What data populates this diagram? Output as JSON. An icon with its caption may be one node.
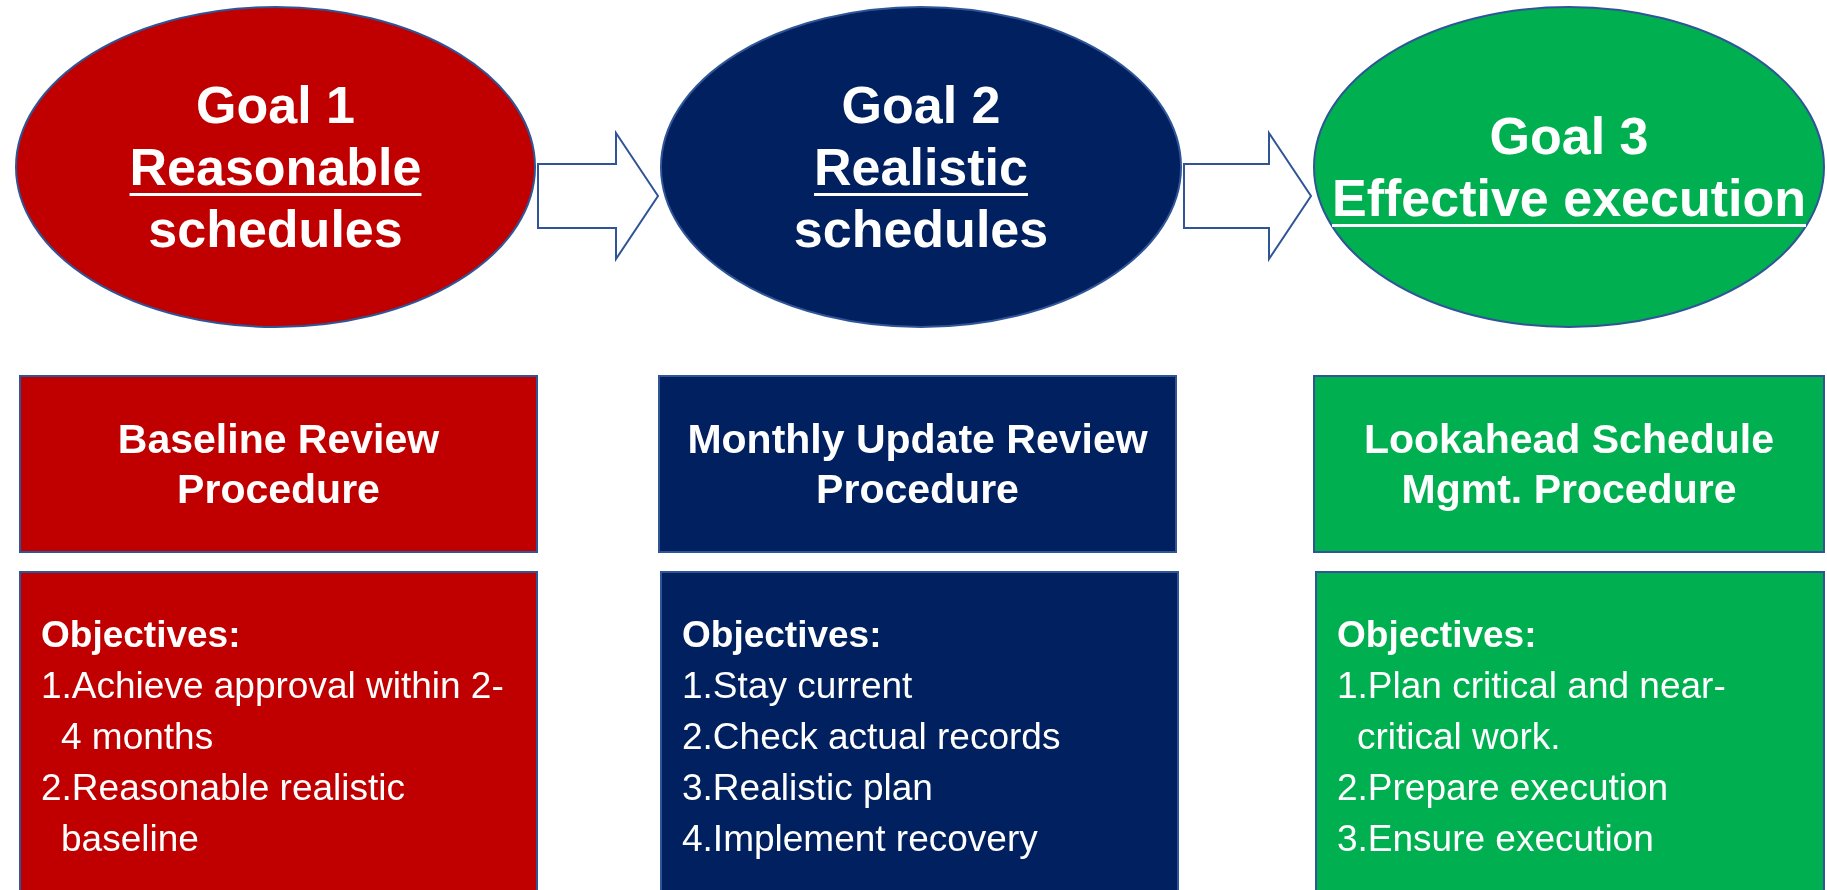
{
  "diagram": {
    "nodes": [
      {
        "text": [
          "Goal 1",
          "Reasonable",
          "schedules"
        ]
      },
      {
        "text": [
          "Goal 2",
          "Realistic",
          "schedules"
        ]
      },
      {
        "text": [
          "Goal 3",
          "Effective execution"
        ]
      },
      {
        "text": [
          "Baseline Review Procedure"
        ]
      },
      {
        "text": [
          "Monthly Update Review Procedure"
        ]
      },
      {
        "text": [
          "Lookahead Schedule Mgmt. Procedure"
        ]
      },
      {
        "text": [
          "Objectives:",
          "1.Achieve approval within 2-4 months",
          "2.Reasonable realistic baseline"
        ]
      },
      {
        "text": [
          "Objectives:",
          "1.Stay current",
          "2.Check actual records",
          "3.Realistic plan",
          "4.Implement recovery"
        ]
      },
      {
        "text": [
          "Objectives:",
          "1.Plan critical and near-critical work.",
          "2.Prepare execution",
          "3.Ensure execution"
        ]
      }
    ],
    "edges": [
      {
        "from": 0,
        "to": 1,
        "arrow": "to"
      },
      {
        "from": 1,
        "to": 2,
        "arrow": "to"
      }
    ]
  }
}
